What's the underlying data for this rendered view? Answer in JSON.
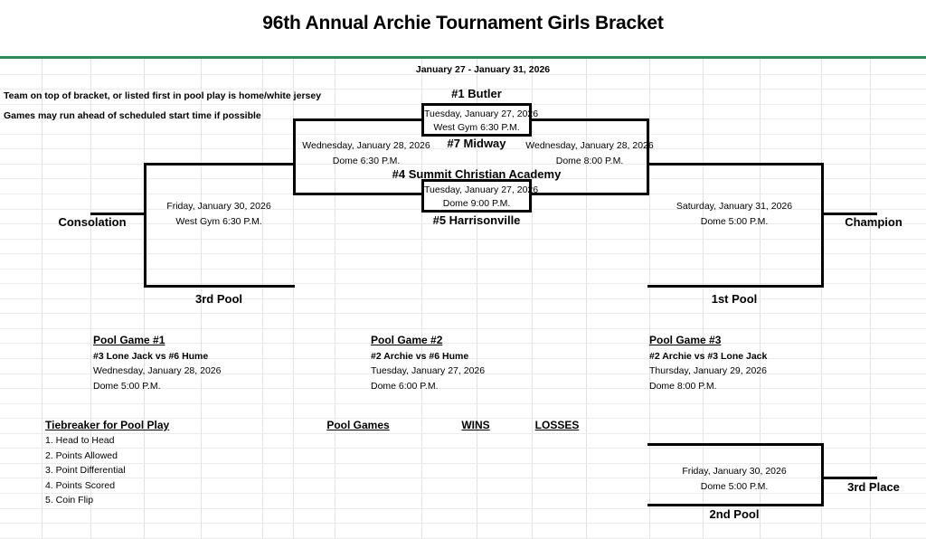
{
  "header": {
    "title": "96th Annual Archie Tournament Girls Bracket",
    "date_range": "January 27 - January 31, 2026",
    "accent_color": "#2e8b57"
  },
  "notes": [
    "Team on top of bracket, or listed first in pool play is home/white jersey",
    "Games may run ahead of scheduled start time if possible"
  ],
  "bracket": {
    "teams": {
      "top_seed": "#1 Butler",
      "second_seed": "#7 Midway",
      "third_seed": "#4 Summit Christian Academy",
      "fourth_seed": "#5 Harrisonville"
    },
    "games": {
      "semifinal_upper": {
        "date": "Tuesday, January 27, 2026",
        "venue_time": "West Gym 6:30 P.M."
      },
      "semifinal_lower": {
        "date": "Tuesday, January 27, 2026",
        "venue_time": "Dome 9:00 P.M."
      },
      "left_feeder": {
        "date": "Wednesday, January 28, 2026",
        "venue_time": "Dome 6:30 P.M."
      },
      "right_feeder": {
        "date": "Wednesday, January 28, 2026",
        "venue_time": "Dome 8:00 P.M."
      },
      "consolation": {
        "date": "Friday, January 30, 2026",
        "venue_time": "West Gym 6:30 P.M."
      },
      "championship": {
        "date": "Saturday, January 31, 2026",
        "venue_time": "Dome 5:00 P.M."
      },
      "third_place": {
        "date": "Friday, January 30, 2026",
        "venue_time": "Dome 5:00 P.M."
      }
    },
    "labels": {
      "consolation": "Consolation",
      "champion": "Champion",
      "third_pool": "3rd Pool",
      "first_pool": "1st Pool",
      "second_pool": "2nd Pool",
      "third_place": "3rd Place"
    }
  },
  "pool_games": [
    {
      "heading": "Pool Game #1",
      "matchup": "#3 Lone Jack vs #6 Hume",
      "date": "Wednesday, January 28, 2026",
      "venue_time": "Dome 5:00 P.M."
    },
    {
      "heading": "Pool Game #2",
      "matchup": "#2 Archie vs #6 Hume",
      "date": "Tuesday, January 27, 2026",
      "venue_time": "Dome 6:00 P.M."
    },
    {
      "heading": "Pool Game #3",
      "matchup": "#2 Archie vs #3 Lone Jack",
      "date": "Thursday, January 29, 2026",
      "venue_time": "Dome 8:00 P.M."
    }
  ],
  "tiebreaker": {
    "heading": "Tiebreaker for Pool Play",
    "rules": [
      "1. Head to Head",
      "2. Points Allowed",
      "3. Point Differential",
      "4. Points Scored",
      "5. Coin Flip"
    ]
  },
  "standings_table": {
    "columns": [
      "Pool Games",
      "WINS",
      "LOSSES"
    ]
  }
}
